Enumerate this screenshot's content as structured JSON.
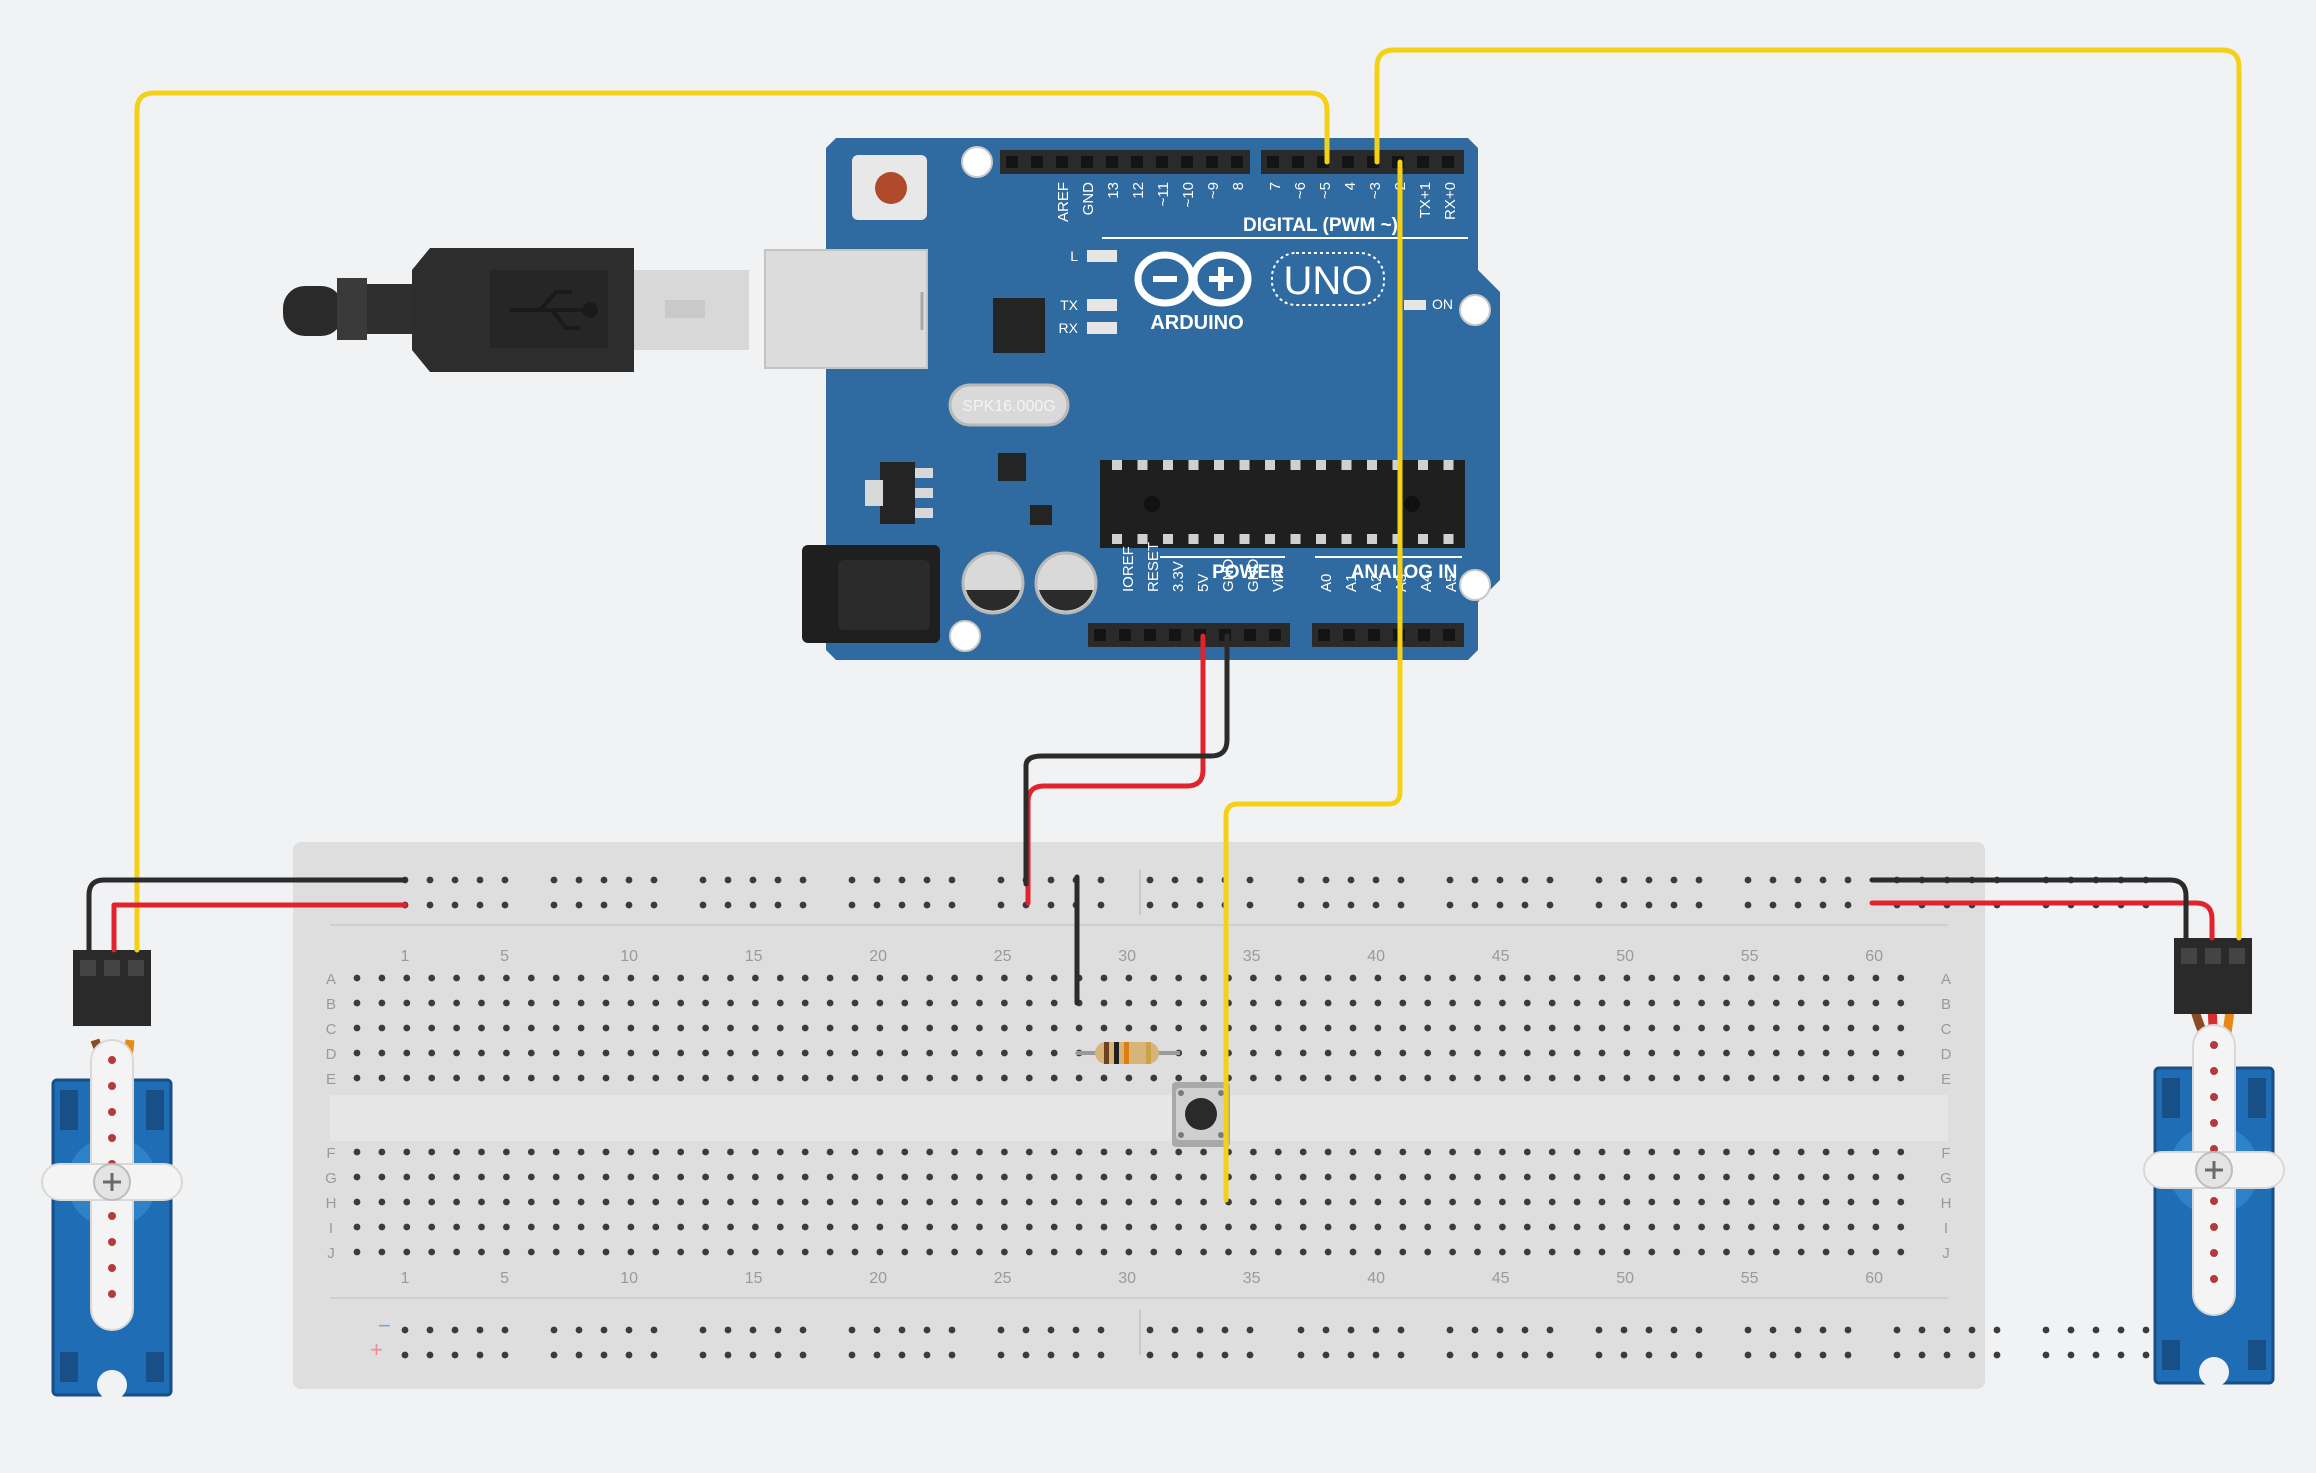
{
  "canvas": {
    "background": "#f0f2f4"
  },
  "colors": {
    "board": "#2f6aa0",
    "board_text": "#ffffff",
    "header": "#2a2a2a",
    "wire_signal": "#f5d116",
    "wire_power": "#e0232c",
    "wire_ground": "#2b2b2b",
    "breadboard": "#dedede",
    "breadboard_text": "#9a9a9a",
    "servo_body": "#1f6eb5",
    "servo_horn": "#f4f4f4"
  },
  "arduino": {
    "brand": "ARDUINO",
    "model": "UNO",
    "digital_label": "DIGITAL (PWM ~)",
    "power_label": "POWER",
    "analog_label": "ANALOG IN",
    "crystal": "SPK16.000G",
    "on_led": "ON",
    "leds": [
      "L",
      "TX",
      "RX"
    ],
    "digital_pins_left": [
      "AREF",
      "GND",
      "13",
      "12",
      "~11",
      "~10",
      "~9",
      "8"
    ],
    "digital_pins_right": [
      "7",
      "~6",
      "~5",
      "4",
      "~3",
      "2",
      "TX+1",
      "RX+0"
    ],
    "power_pins": [
      "IOREF",
      "RESET",
      "3.3V",
      "5V",
      "GND",
      "GND",
      "Vin"
    ],
    "analog_pins": [
      "A0",
      "A1",
      "A2",
      "A3",
      "A4",
      "A5"
    ]
  },
  "breadboard": {
    "rows_top": [
      "A",
      "B",
      "C",
      "D",
      "E"
    ],
    "rows_bottom": [
      "F",
      "G",
      "H",
      "I",
      "J"
    ],
    "column_numbers": [
      "1",
      "5",
      "10",
      "15",
      "20",
      "25",
      "30",
      "35",
      "40",
      "45",
      "50",
      "55",
      "60"
    ],
    "rail_minus": "−",
    "rail_plus": "+"
  },
  "components": {
    "usb_cable": "usb-b-plug",
    "pushbutton": "tactile-pushbutton",
    "resistor": "resistor",
    "servo_left": "micro-servo",
    "servo_right": "micro-servo"
  }
}
